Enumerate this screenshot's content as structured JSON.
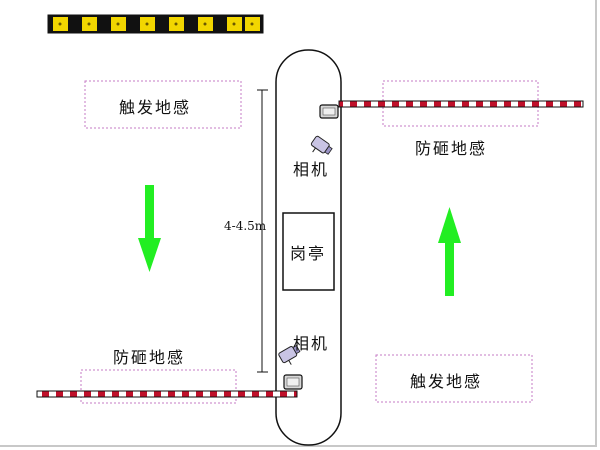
{
  "labels": {
    "trigger_sensor": "触发地感",
    "anti_smash_sensor": "防砸地感",
    "camera": "相机",
    "booth": "岗亭",
    "distance": "4-4.5m"
  },
  "colors": {
    "arrow_green": "#22ee22",
    "barrier_red": "#c0102a",
    "dashed_box": "#c47bc4",
    "warning_yellow": "#f2d600",
    "outline": "#111111"
  },
  "icons": {
    "camera": "surveillance-camera-icon",
    "barrier_motor": "barrier-gate-motor-icon",
    "arrow_down": "arrow-down-icon",
    "arrow_up": "arrow-up-icon"
  }
}
